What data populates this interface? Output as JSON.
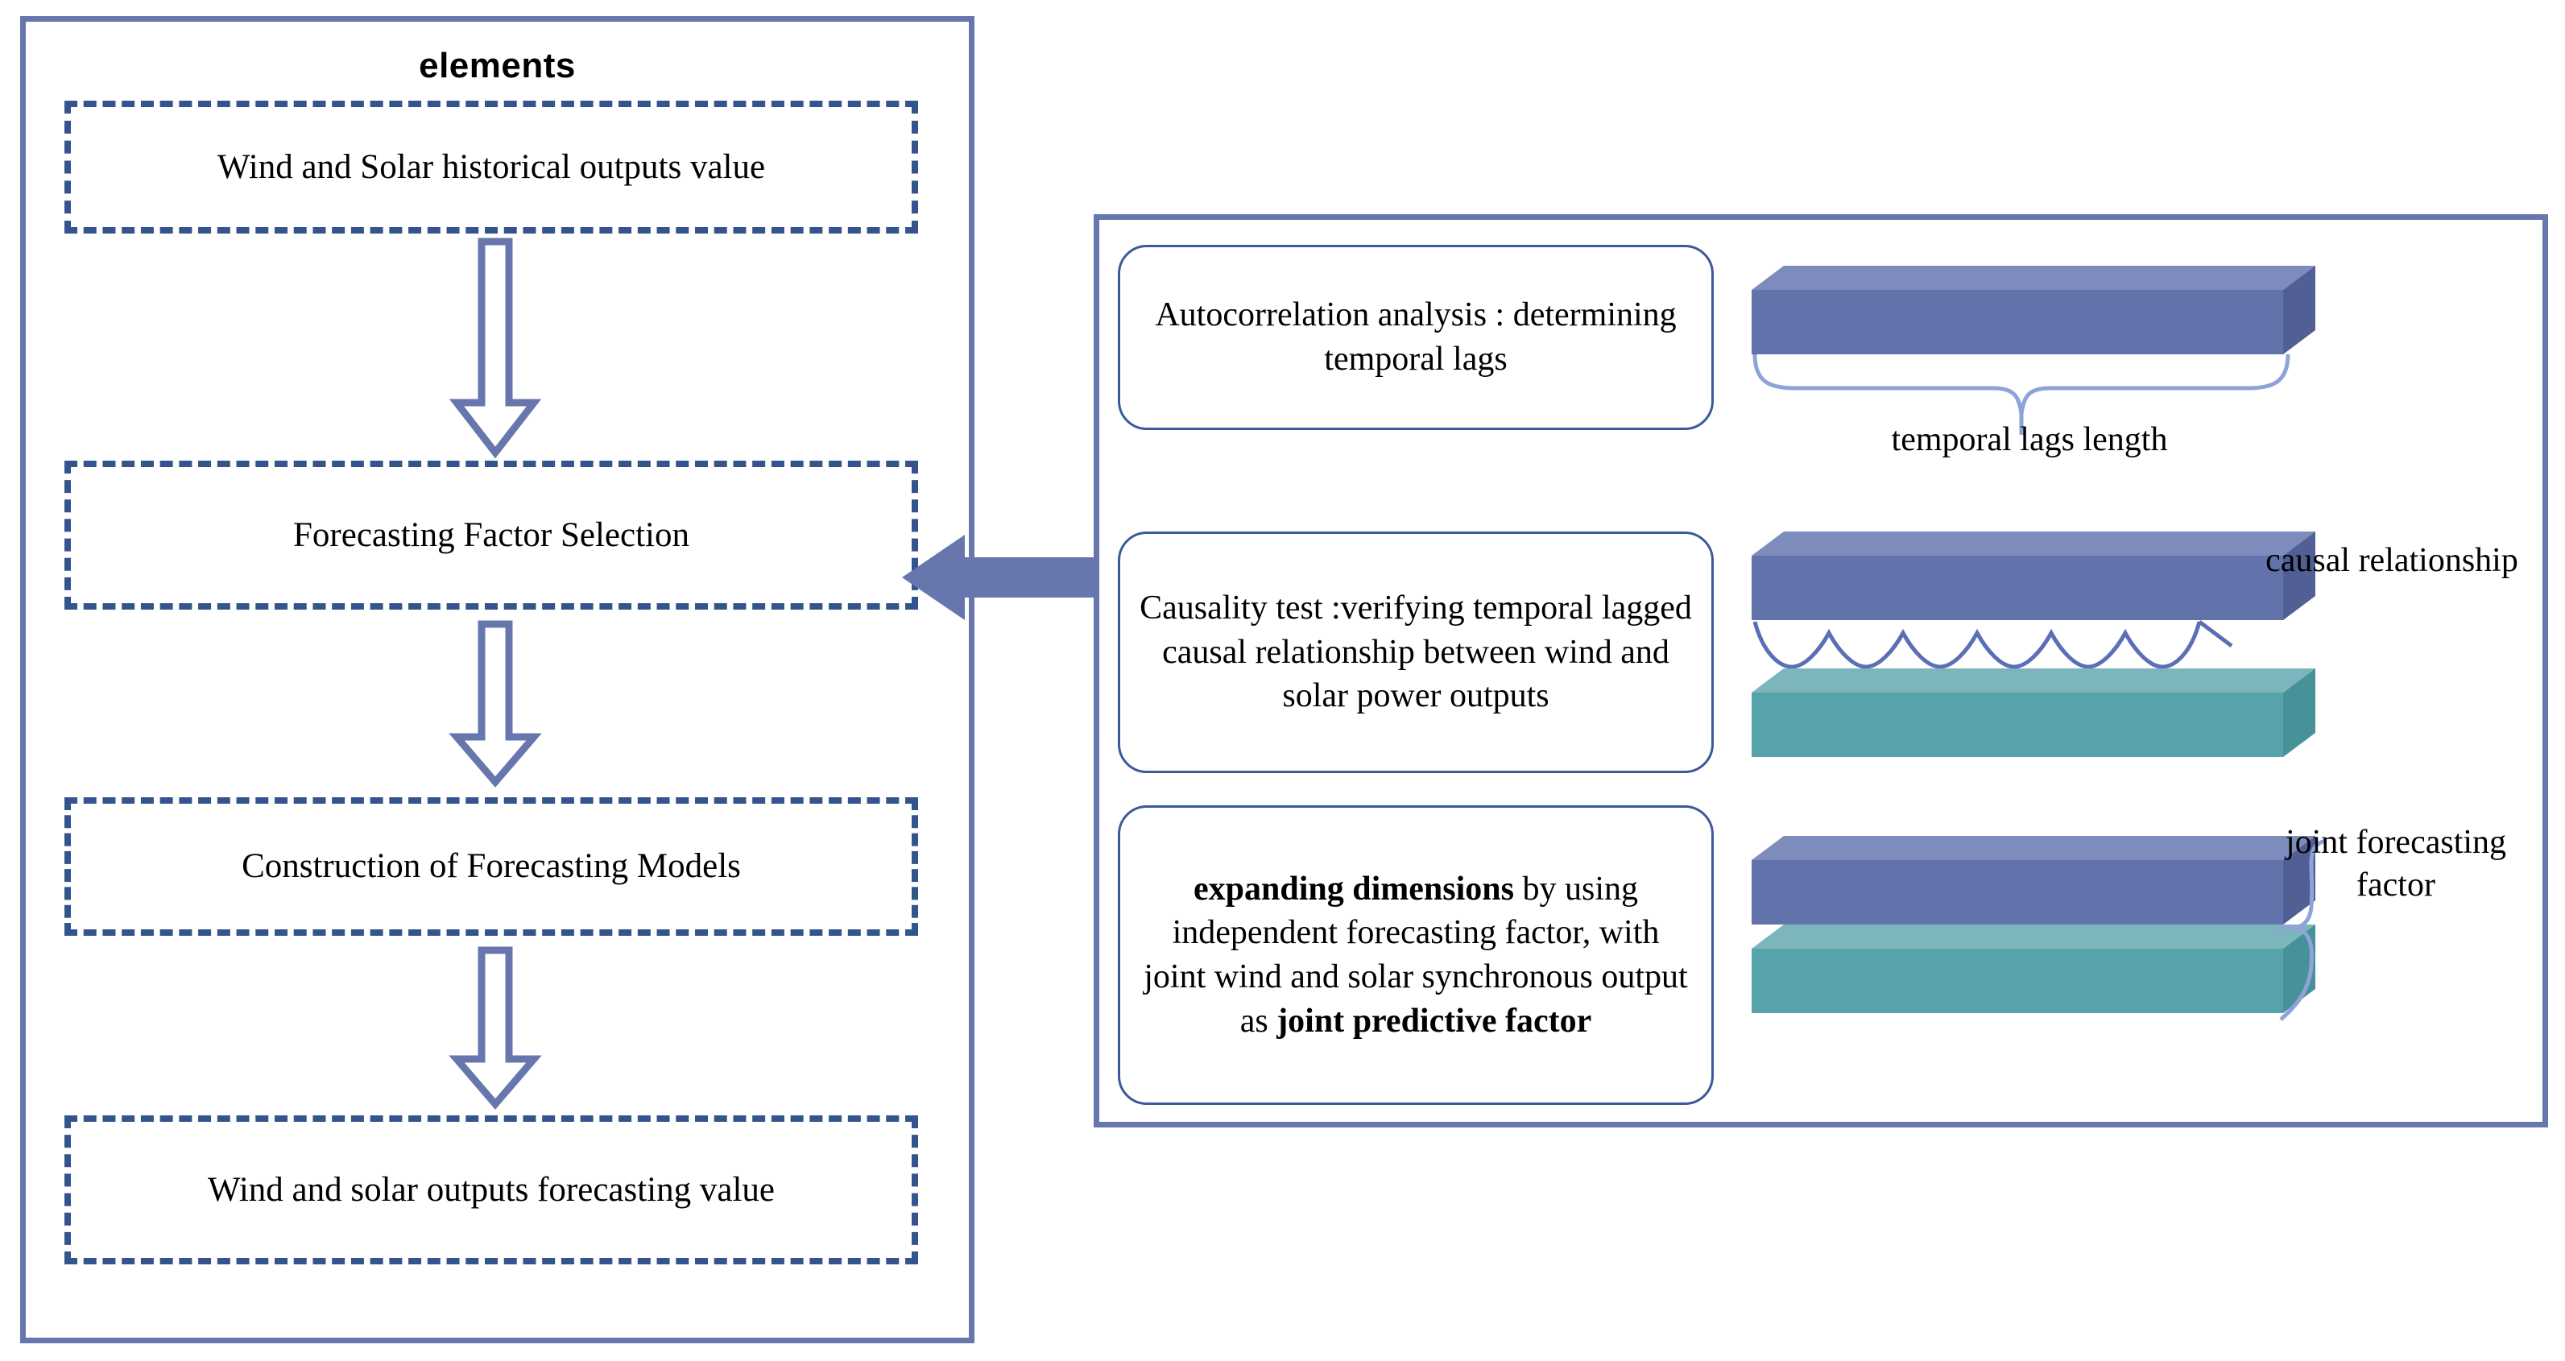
{
  "colors": {
    "panel_border": "#6777ad",
    "dashed_border": "#33548d",
    "card_border": "#3a5a9a",
    "bar_blue_face": "#6272ab",
    "bar_blue_top": "#7e8bbd",
    "bar_blue_side": "#515f94",
    "bar_teal_face": "#56a3ab",
    "bar_teal_top": "#7cb5bb",
    "bar_teal_side": "#479199",
    "arrow_fill": "#6777ad",
    "wave_stroke": "#5a6fb5",
    "brace_stroke": "#8fa3d8"
  },
  "left_panel": {
    "title": "elements",
    "steps": [
      {
        "id": "inputs",
        "label": "Wind and Solar historical outputs value"
      },
      {
        "id": "select",
        "label": "Forecasting Factor Selection"
      },
      {
        "id": "models",
        "label": "Construction of Forecasting Models"
      },
      {
        "id": "outputs",
        "label": "Wind and solar outputs forecasting value"
      }
    ],
    "connectors": [
      {
        "id": "arrow-1",
        "icon": "down-arrow-icon"
      },
      {
        "id": "arrow-2",
        "icon": "down-arrow-icon"
      },
      {
        "id": "arrow-3",
        "icon": "down-arrow-icon"
      }
    ]
  },
  "feed_arrow": {
    "icon": "left-arrow-icon",
    "direction": "left",
    "from": "right-panel",
    "to": "forecasting-factor-selection"
  },
  "right_panel": {
    "cards": [
      {
        "id": "autocorrelation",
        "text_plain": "Autocorrelation analysis : determining temporal lags",
        "segments": [
          {
            "text": "Autocorrelation analysis : determining temporal lags",
            "bold": false
          }
        ]
      },
      {
        "id": "causality",
        "text_plain": "Causality test :verifying temporal lagged causal relationship between wind and solar power outputs",
        "segments": [
          {
            "text": "Causality test :verifying temporal lagged causal relationship between wind and solar power outputs",
            "bold": false
          }
        ]
      },
      {
        "id": "expanding",
        "text_plain": "expanding dimensions by using independent forecasting factor, with joint wind and solar synchronous output as joint predictive factor",
        "segments": [
          {
            "text": "expanding dimensions",
            "bold": true
          },
          {
            "text": " by using independent forecasting factor, with joint wind and solar synchronous output as ",
            "bold": false
          },
          {
            "text": "joint predictive factor",
            "bold": true
          }
        ]
      }
    ],
    "annotations": [
      {
        "id": "temporal-lags-length",
        "label": "temporal lags length"
      },
      {
        "id": "causal-relationship",
        "label": "causal relationship"
      },
      {
        "id": "joint-forecasting-factor",
        "label": "joint forecasting factor"
      }
    ],
    "graphics": [
      {
        "id": "bar-row-1",
        "bars": [
          "blue"
        ],
        "decoration": "curly-brace-icon"
      },
      {
        "id": "bar-row-2",
        "bars": [
          "blue",
          "teal"
        ],
        "decoration": "wave-icon"
      },
      {
        "id": "bar-row-3",
        "bars": [
          "blue",
          "teal"
        ],
        "decoration": "side-brace-icon"
      }
    ]
  }
}
